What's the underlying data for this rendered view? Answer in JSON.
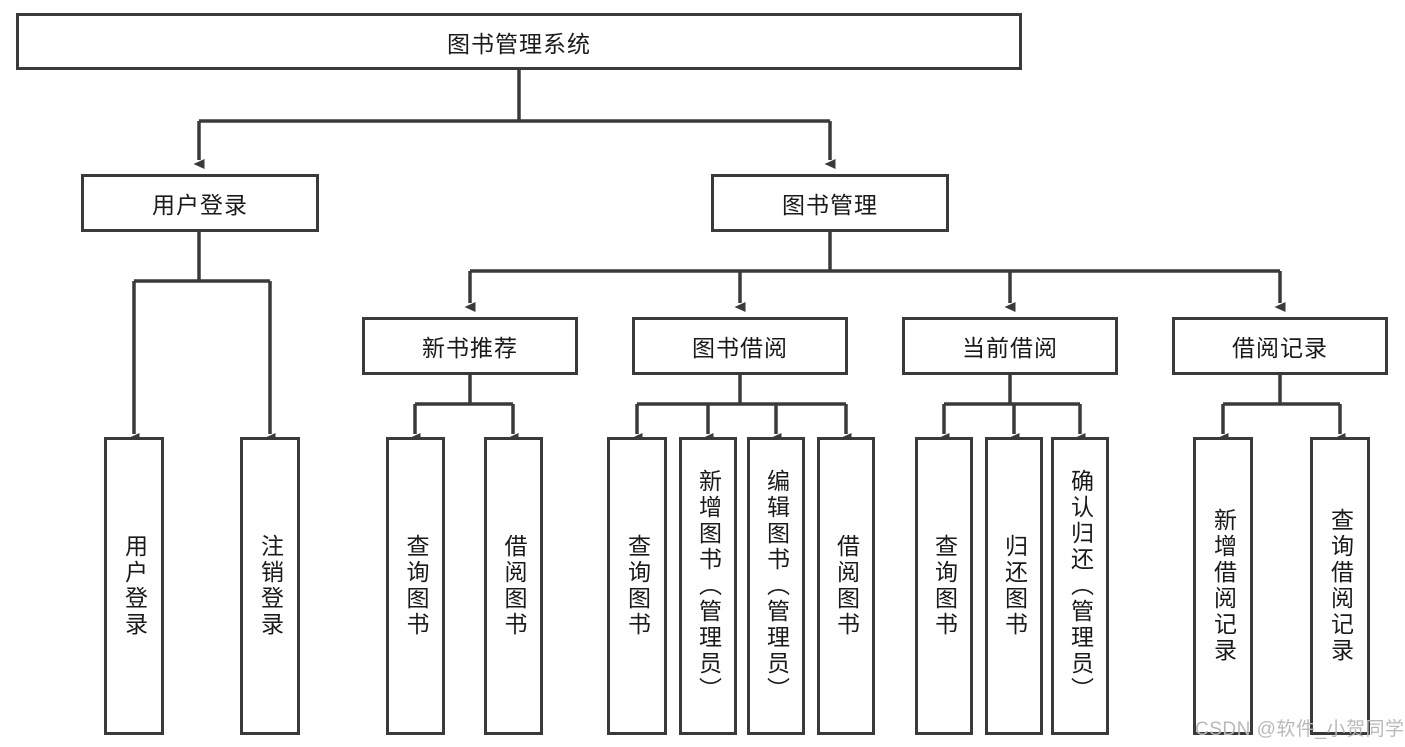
{
  "diagram": {
    "type": "tree-hierarchy-chart",
    "title_node": {
      "label": "图书管理系统"
    },
    "level2": [
      {
        "id": "user-login",
        "label": "用户登录"
      },
      {
        "id": "book-management",
        "label": "图书管理"
      }
    ],
    "level3": [
      {
        "id": "new-book-recommend",
        "label": "新书推荐"
      },
      {
        "id": "book-borrow",
        "label": "图书借阅"
      },
      {
        "id": "current-borrow",
        "label": "当前借阅"
      },
      {
        "id": "borrow-record",
        "label": "借阅记录"
      }
    ],
    "leaves": [
      {
        "id": "leaf-user-login",
        "label": "用户登录",
        "parent": "user-login"
      },
      {
        "id": "leaf-logout-login",
        "label": "注销登录",
        "parent": "user-login"
      },
      {
        "id": "leaf-query-book-1",
        "label": "查询图书",
        "parent": "new-book-recommend"
      },
      {
        "id": "leaf-borrow-book-1",
        "label": "借阅图书",
        "parent": "new-book-recommend"
      },
      {
        "id": "leaf-query-book-2",
        "label": "查询图书",
        "parent": "book-borrow"
      },
      {
        "id": "leaf-add-book",
        "label": "新增图书（管理员）",
        "parent": "book-borrow"
      },
      {
        "id": "leaf-edit-book",
        "label": "编辑图书（管理员）",
        "parent": "book-borrow"
      },
      {
        "id": "leaf-borrow-book-2",
        "label": "借阅图书",
        "parent": "book-borrow"
      },
      {
        "id": "leaf-query-book-3",
        "label": "查询图书",
        "parent": "current-borrow"
      },
      {
        "id": "leaf-return-book",
        "label": "归还图书",
        "parent": "current-borrow"
      },
      {
        "id": "leaf-confirm-return",
        "label": "确认归还（管理员）",
        "parent": "current-borrow"
      },
      {
        "id": "leaf-add-record",
        "label": "新增借阅记录",
        "parent": "borrow-record"
      },
      {
        "id": "leaf-query-record",
        "label": "查询借阅记录",
        "parent": "borrow-record"
      }
    ],
    "colors": {
      "stroke": "#3a3a3a",
      "fill": "#ffffff",
      "text": "#1a1a1a",
      "watermark": "#b9b9b9"
    }
  },
  "watermark": {
    "text": "CSDN @软件_小贺同学"
  }
}
